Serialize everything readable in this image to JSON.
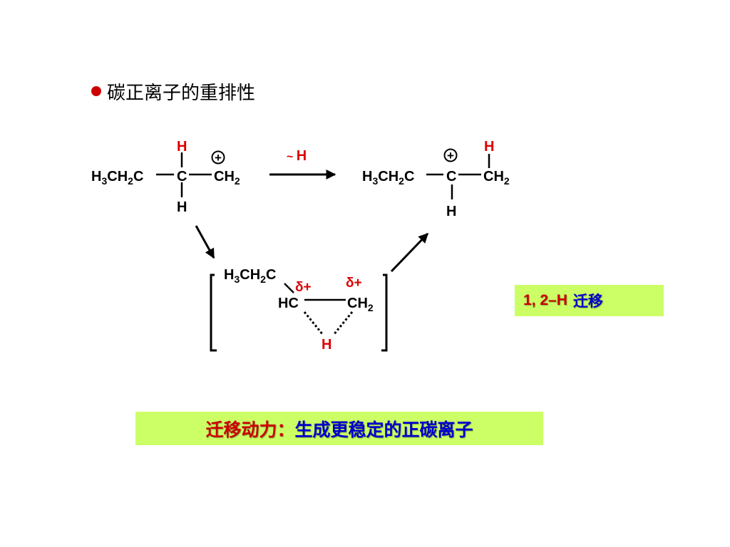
{
  "title": "碳正离子的重排性",
  "colors": {
    "bullet": "#cc0000",
    "red_label": "#dd0000",
    "box_fill": "#ccff66",
    "blue_text": "#0000cc",
    "red_text": "#cc0000"
  },
  "reactant": {
    "left_group": "H3CH2C",
    "center": "C",
    "right_group": "CH2",
    "top_h": "H",
    "bottom_h": "H",
    "charge": "+"
  },
  "arrow_label": "~ H",
  "product": {
    "left_group": "H3CH2C",
    "center": "C",
    "right_group": "CH2",
    "top_h": "H",
    "bottom_h": "H",
    "charge": "+"
  },
  "transition": {
    "top_group": "H3CH2C",
    "left": "HC",
    "right": "CH2",
    "bridge_h": "H",
    "delta": "δ+"
  },
  "shift_box": {
    "label": "1, 2–H",
    "text": "迁移"
  },
  "driving_box": {
    "label": "迁移动力：",
    "text": "生成更稳定的正碳离子"
  }
}
